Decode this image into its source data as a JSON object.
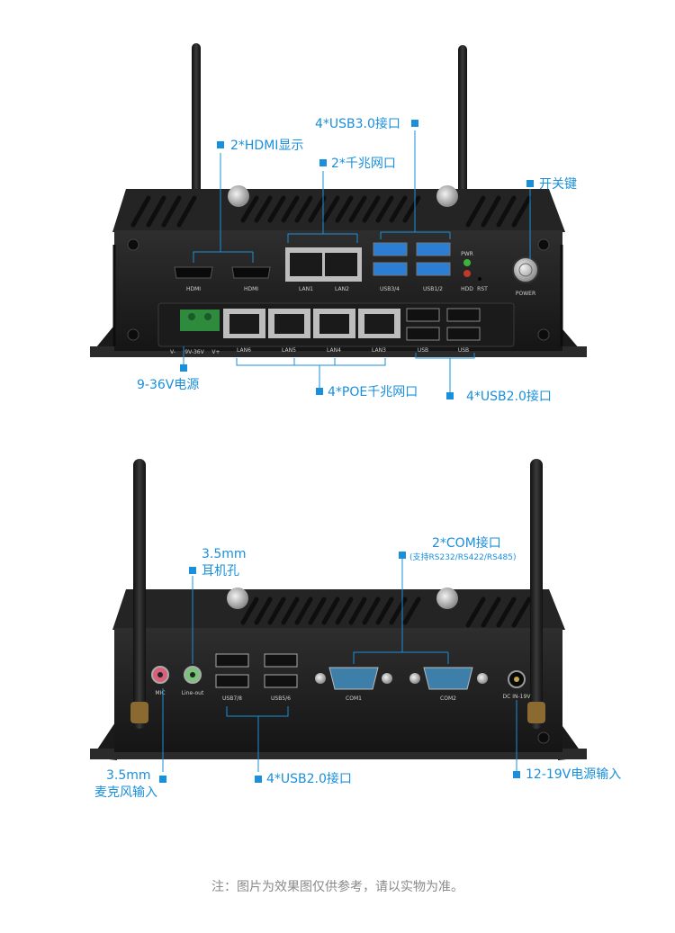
{
  "front": {
    "port_labels": {
      "hdmi1": "HDMI",
      "hdmi2": "HDMI",
      "lan1": "LAN1",
      "lan2": "LAN2",
      "usb34": "USB3/4",
      "usb12": "USB1/2",
      "pwr": "PWR",
      "hdd": "HDD",
      "rst": "RST",
      "power": "POWER",
      "lan6": "LAN6",
      "lan5": "LAN5",
      "lan4": "LAN4",
      "lan3": "LAN3",
      "usb_a": "USB",
      "usb_b": "USB",
      "vminus": "V-",
      "vrange": "9V-36V",
      "vplus": "V+"
    },
    "callouts": {
      "usb30": "4*USB3.0接口",
      "hdmi": "2*HDMI显示",
      "gigabit": "2*千兆网口",
      "power_key": "开关键",
      "dc": "9-36V电源",
      "poe": "4*POE千兆网口",
      "usb20": "4*USB2.0接口"
    }
  },
  "rear": {
    "port_labels": {
      "mic": "MIC",
      "lineout": "Line-out",
      "usb78": "USB7/8",
      "usb56": "USB5/6",
      "com1": "COM1",
      "com2": "COM2",
      "dcin": "DC IN-19V"
    },
    "callouts": {
      "jack_top_1": "3.5mm",
      "jack_top_2": "耳机孔",
      "com": "2*COM接口",
      "com_sub": "(支持RS232/RS422/RS485)",
      "mic_1": "3.5mm",
      "mic_2": "麦克风输入",
      "usb20": "4*USB2.0接口",
      "dc": "12-19V电源输入"
    }
  },
  "note": "注：图片为效果图仅供参考，请以实物为准。",
  "colors": {
    "accent": "#1a8fdc",
    "body": "#1e1e1e",
    "usb3": "#2a7fd4",
    "com": "#3d7fa8"
  }
}
